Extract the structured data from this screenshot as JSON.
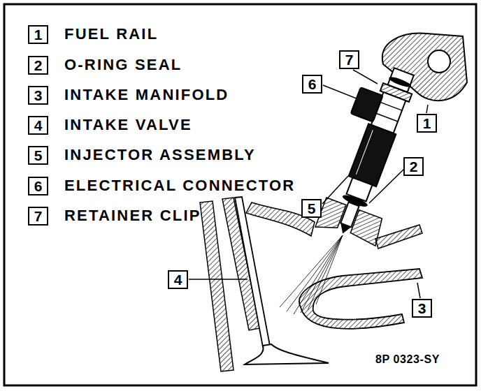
{
  "diagram": {
    "nodes": [
      {
        "text": [
          "1"
        ]
      },
      {
        "text": [
          "2"
        ]
      },
      {
        "text": [
          "3"
        ]
      },
      {
        "text": [
          "4"
        ]
      },
      {
        "text": [
          "5"
        ]
      },
      {
        "text": [
          "6"
        ]
      },
      {
        "text": [
          "7"
        ]
      },
      {
        "text": [
          "7"
        ]
      },
      {
        "text": [
          "6"
        ]
      },
      {
        "text": [
          "1"
        ]
      },
      {
        "text": [
          "2"
        ]
      },
      {
        "text": [
          "5"
        ]
      },
      {
        "text": [
          "4"
        ]
      },
      {
        "text": [
          "3"
        ]
      }
    ],
    "labels": [
      "FUEL RAIL",
      "O-RING SEAL",
      "INTAKE MANIFOLD",
      "INTAKE VALVE",
      "INJECTOR ASSEMBLY",
      "ELECTRICAL CONNECTOR",
      "RETAINER CLIP",
      "8P 0323-SY"
    ]
  }
}
